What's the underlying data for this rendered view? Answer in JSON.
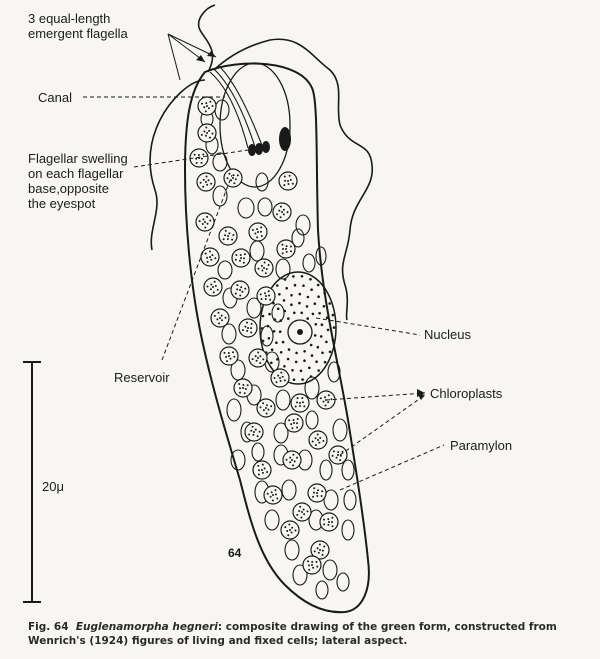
{
  "labels": {
    "flagella": "3 equal-length\nemergent flagella",
    "canal": "Canal",
    "swelling": "Flagellar swelling\non each flagellar\nbase,opposite\nthe eyespot",
    "reservoir": "Reservoir",
    "nucleus": "Nucleus",
    "chloroplasts": "Chloroplasts",
    "paramylon": "Paramylon",
    "scale": "20μ"
  },
  "figure_number": "64",
  "caption": {
    "fig_label": "Fig. 64",
    "species": "Euglenamorpha hegneri",
    "text_line1": ": composite drawing of the green form, constructed from",
    "text_line2": "Wenrich's (1924) figures of living and fixed cells; lateral aspect."
  },
  "colors": {
    "ink": "#1a1a1a",
    "paper": "#f7f6f2"
  }
}
